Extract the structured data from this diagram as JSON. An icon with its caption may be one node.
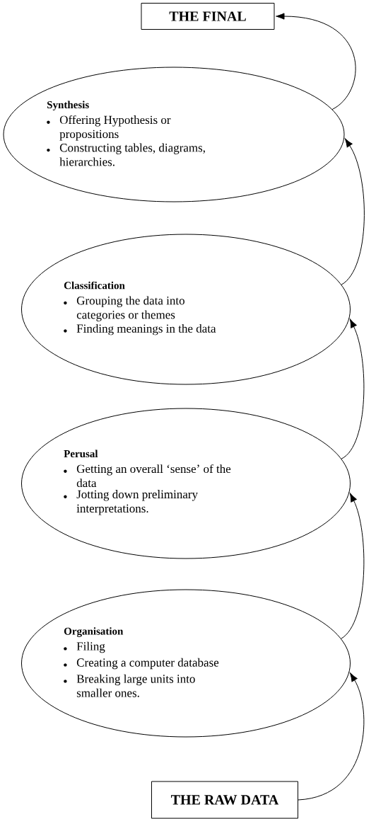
{
  "diagram": {
    "nodes": [
      {
        "text": [
          "THE FINAL"
        ]
      },
      {
        "text": [
          "Synthesis",
          "Offering Hypothesis or propositions",
          "Constructing tables, diagrams, hierarchies."
        ]
      },
      {
        "text": [
          "Classification",
          "Grouping the data into categories or themes",
          "Finding meanings in the data"
        ]
      },
      {
        "text": [
          "Perusal",
          "Getting an overall ‘sense’ of the data",
          "Jotting down preliminary interpretations."
        ]
      },
      {
        "text": [
          "Organisation",
          "Filing",
          "Creating a computer database",
          "Breaking large units into smaller ones."
        ]
      },
      {
        "text": [
          "THE RAW DATA"
        ]
      }
    ],
    "edges": [
      {
        "from": 5,
        "to": 4,
        "arrow": "to"
      },
      {
        "from": 4,
        "to": 3,
        "arrow": "to"
      },
      {
        "from": 3,
        "to": 2,
        "arrow": "to"
      },
      {
        "from": 2,
        "to": 1,
        "arrow": "to"
      },
      {
        "from": 1,
        "to": 0,
        "arrow": "to"
      }
    ]
  }
}
